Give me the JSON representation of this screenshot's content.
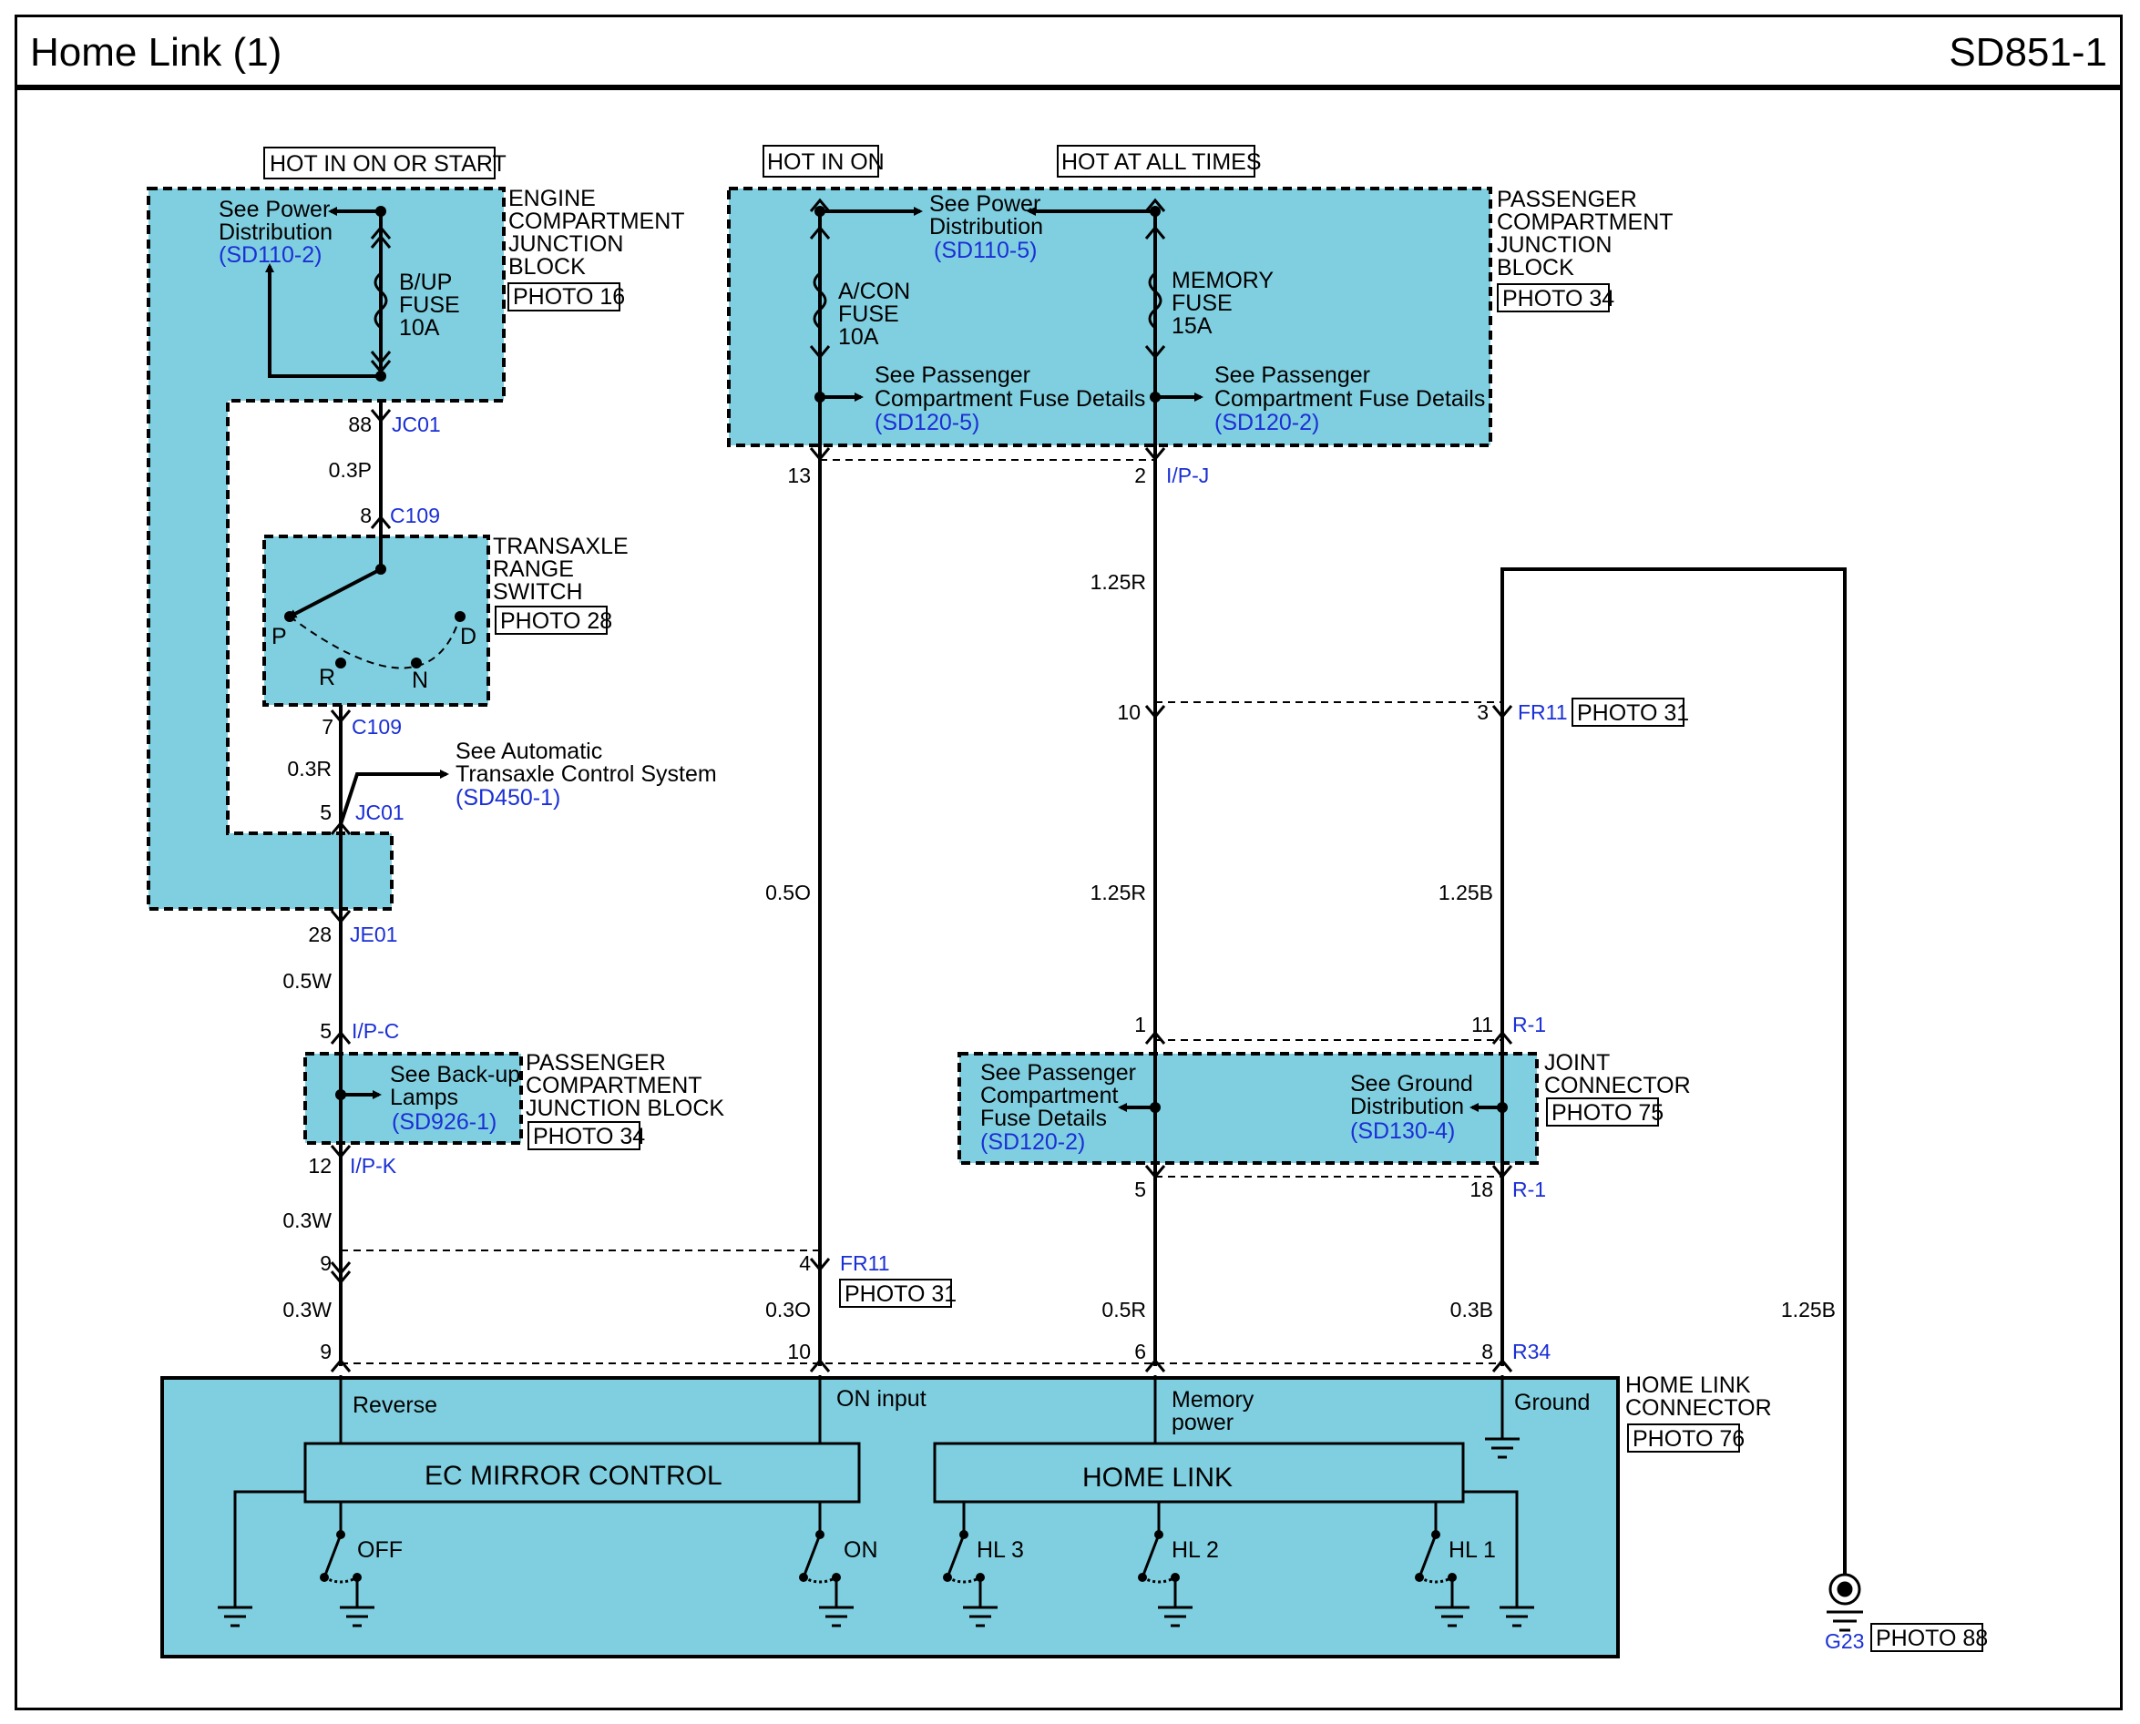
{
  "page": {
    "title": "Home Link (1)",
    "code": "SD851-1"
  },
  "colors": {
    "component_fill": "#80cfe0",
    "reference_text": "#1a2fd6",
    "line": "#000000"
  },
  "power": {
    "hot_run_start": "HOT IN ON OR START",
    "hot_in_on": "HOT IN ON",
    "hot_all_times": "HOT AT ALL TIMES"
  },
  "engine_block": {
    "name": [
      "ENGINE",
      "COMPARTMENT",
      "JUNCTION",
      "BLOCK"
    ],
    "photo": "PHOTO 16",
    "see_power": [
      "See Power",
      "Distribution"
    ],
    "see_power_ref": "(SD110-2)",
    "fuse": [
      "B/UP",
      "FUSE",
      "10A"
    ]
  },
  "pcjb_top": {
    "name": [
      "PASSENGER",
      "COMPARTMENT",
      "JUNCTION",
      "BLOCK"
    ],
    "photo": "PHOTO 34",
    "see_power": [
      "See Power",
      "Distribution"
    ],
    "see_power_ref": "(SD110-5)",
    "fuse_acon": [
      "A/CON",
      "FUSE",
      "10A"
    ],
    "fuse_memory": [
      "MEMORY",
      "FUSE",
      "15A"
    ],
    "see_fuse": [
      "See Passenger",
      "Compartment Fuse Details"
    ],
    "see_fuse_ref_left": "(SD120-5)",
    "see_fuse_ref_right": "(SD120-2)"
  },
  "transaxle": {
    "name": [
      "TRANSAXLE",
      "RANGE",
      "SWITCH"
    ],
    "photo": "PHOTO 28",
    "positions": [
      "P",
      "R",
      "N",
      "D"
    ]
  },
  "auto_transaxle": {
    "text": [
      "See Automatic",
      "Transaxle Control System"
    ],
    "ref": "(SD450-1)"
  },
  "pcjb_backup": {
    "name": [
      "PASSENGER",
      "COMPARTMENT",
      "JUNCTION BLOCK"
    ],
    "photo": "PHOTO 34",
    "see": [
      "See Back-up",
      "Lamps"
    ],
    "ref": "(SD926-1)"
  },
  "joint": {
    "name": [
      "JOINT",
      "CONNECTOR"
    ],
    "photo": "PHOTO 75",
    "see_left": [
      "See Passenger",
      "Compartment",
      "Fuse Details"
    ],
    "ref_left": "(SD120-2)",
    "see_right": [
      "See Ground",
      "Distribution"
    ],
    "ref_right": "(SD130-4)"
  },
  "home_link": {
    "name": [
      "HOME LINK",
      "CONNECTOR"
    ],
    "photo": "PHOTO 76",
    "ec_mirror": "EC  MIRROR CONTROL",
    "home_link_box": "HOME  LINK",
    "pins": {
      "reverse": "Reverse",
      "on_input": "ON input",
      "memory_power": [
        "Memory",
        "power"
      ],
      "ground": "Ground"
    },
    "switches": [
      "OFF",
      "ON",
      "HL 3",
      "HL 2",
      "HL 1"
    ]
  },
  "ground_g23": {
    "id": "G23",
    "photo": "PHOTO 88"
  },
  "connectors": {
    "jc01": "JC01",
    "c109": "C109",
    "je01": "JE01",
    "ipc": "I/P-C",
    "ipk": "I/P-K",
    "ipj": "I/P-J",
    "fr11": "FR11",
    "fr11_photo": "PHOTO 31",
    "r1": "R-1",
    "r34": "R34"
  },
  "pins": {
    "p88": "88",
    "p8": "8",
    "p7": "7",
    "p5": "5",
    "p28": "28",
    "p5b": "5",
    "p12": "12",
    "p9": "9",
    "p9b": "9",
    "p13": "13",
    "p4": "4",
    "p10b": "10",
    "p2": "2",
    "p10": "10",
    "p1": "1",
    "p5c": "5",
    "p6": "6",
    "p3": "3",
    "p11": "11",
    "p18": "18",
    "p8b": "8"
  },
  "wires": {
    "w1": "0.3P",
    "w2": "0.3R",
    "w3": "0.5W",
    "w4": "0.3W",
    "w5": "0.3W",
    "w6": "0.5O",
    "w7": "0.3O",
    "w8": "1.25R",
    "w9": "1.25R",
    "w10": "0.5R",
    "w11": "1.25B",
    "w12": "0.3B",
    "w13": "1.25B"
  }
}
